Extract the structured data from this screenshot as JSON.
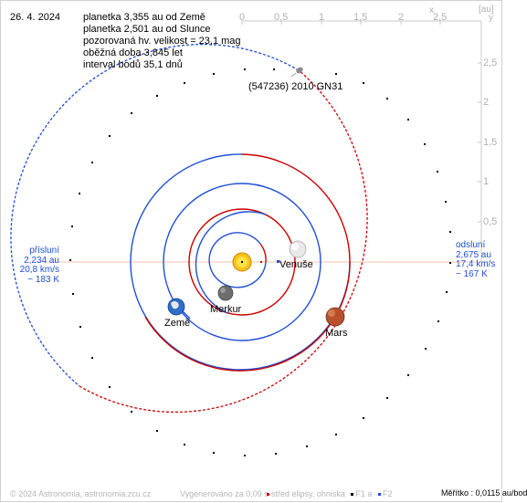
{
  "date": "26. 4. 2024",
  "info": {
    "line1": "planetka 3,355 au od Země",
    "line2": "planetka 2,501 au od Slunce",
    "line3": "pozorovaná hv. velikost = 23,1 mag",
    "line4": "oběžná doba 3,845 let",
    "line5": "interval bodů 35,1 dnů"
  },
  "asteroid_name": "(547236) 2010 GN31",
  "perihelion": {
    "title": "přísluní",
    "distance": "2,234 au",
    "speed": "20,8 km/s",
    "temp": "~ 183 K"
  },
  "aphelion": {
    "title": "odsluní",
    "distance": "2,675 au",
    "speed": "17,4 km/s",
    "temp": "~ 167 K"
  },
  "planets": {
    "venus": "Venuše",
    "mercury": "Merkur",
    "earth": "Země",
    "mars": "Mars"
  },
  "axis": {
    "unit": "[au]",
    "x_label": "x",
    "y_label": "y",
    "x_ticks": [
      "0",
      "0,5",
      "1",
      "1,5",
      "2",
      "2,5"
    ],
    "y_ticks": [
      "2,5",
      "2",
      "1,5",
      "1",
      "0,5"
    ]
  },
  "footer": {
    "copyright": "© 2024 Astronomia, astronomia.zcu.cz",
    "generated": "Vygenerováno za 0,09 s",
    "legend_center": "střed elipsy, ohniska",
    "legend_f1": "F1 a",
    "legend_f2": "F2",
    "scale": "Měřítko : 0,0115 au/bod"
  },
  "colors": {
    "orbit_blue": "#1f4fd6",
    "orbit_red": "#cc0000",
    "apsis_line": "#f2c4a8",
    "label_blue": "#1f4fd6"
  }
}
